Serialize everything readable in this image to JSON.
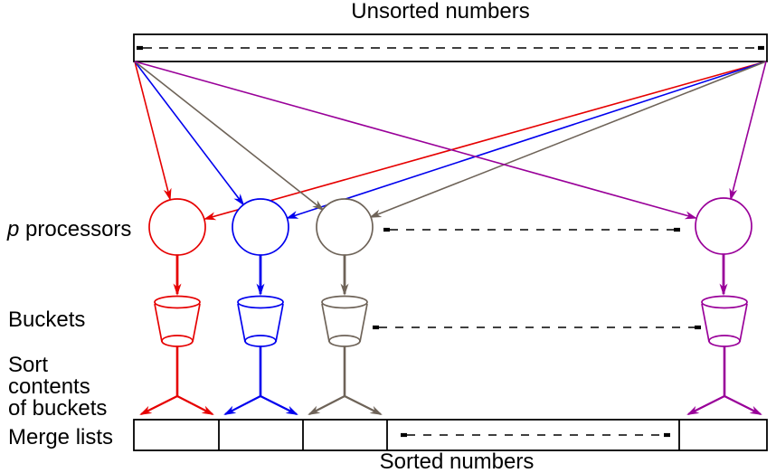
{
  "diagram": {
    "title_top": "Unsorted numbers",
    "title_bottom": "Sorted numbers",
    "labels": {
      "processors_var": "p",
      "processors_word": " processors",
      "buckets": "Buckets",
      "sort_line1": "Sort",
      "sort_line2": "contents",
      "sort_line3": "of buckets",
      "merge_lists": "Merge lists"
    },
    "colors": {
      "processor_1": "#e60000",
      "processor_2": "#0000ee",
      "processor_3": "#6e6358",
      "processor_4": "#990099",
      "outline": "#000000"
    }
  }
}
